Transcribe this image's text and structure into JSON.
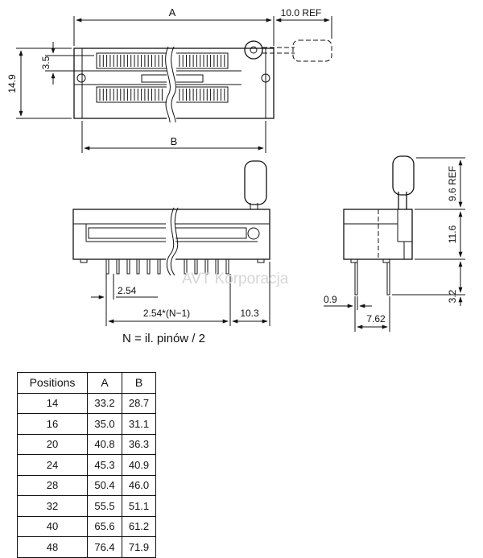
{
  "dims": {
    "a": "A",
    "ref10": "10.0  REF",
    "d149": "14.9",
    "d35": "3.5",
    "b": "B",
    "pitch": "2.54",
    "span": "2.54*(N−1)",
    "d103": "10.3",
    "ref96": "9.6  REF",
    "d116": "11.6",
    "d32": "3.2",
    "d09": "0.9",
    "d762": "7.62"
  },
  "note": "N = il. pinów / 2",
  "watermark": "AVT Korporacja",
  "table": {
    "headers": [
      "Positions",
      "A",
      "B"
    ],
    "rows": [
      [
        "14",
        "33.2",
        "28.7"
      ],
      [
        "16",
        "35.0",
        "31.1"
      ],
      [
        "20",
        "40.8",
        "36.3"
      ],
      [
        "24",
        "45.3",
        "40.9"
      ],
      [
        "28",
        "50.4",
        "46.0"
      ],
      [
        "32",
        "55.5",
        "51.1"
      ],
      [
        "40",
        "65.6",
        "61.2"
      ],
      [
        "48",
        "76.4",
        "71.9"
      ]
    ]
  }
}
